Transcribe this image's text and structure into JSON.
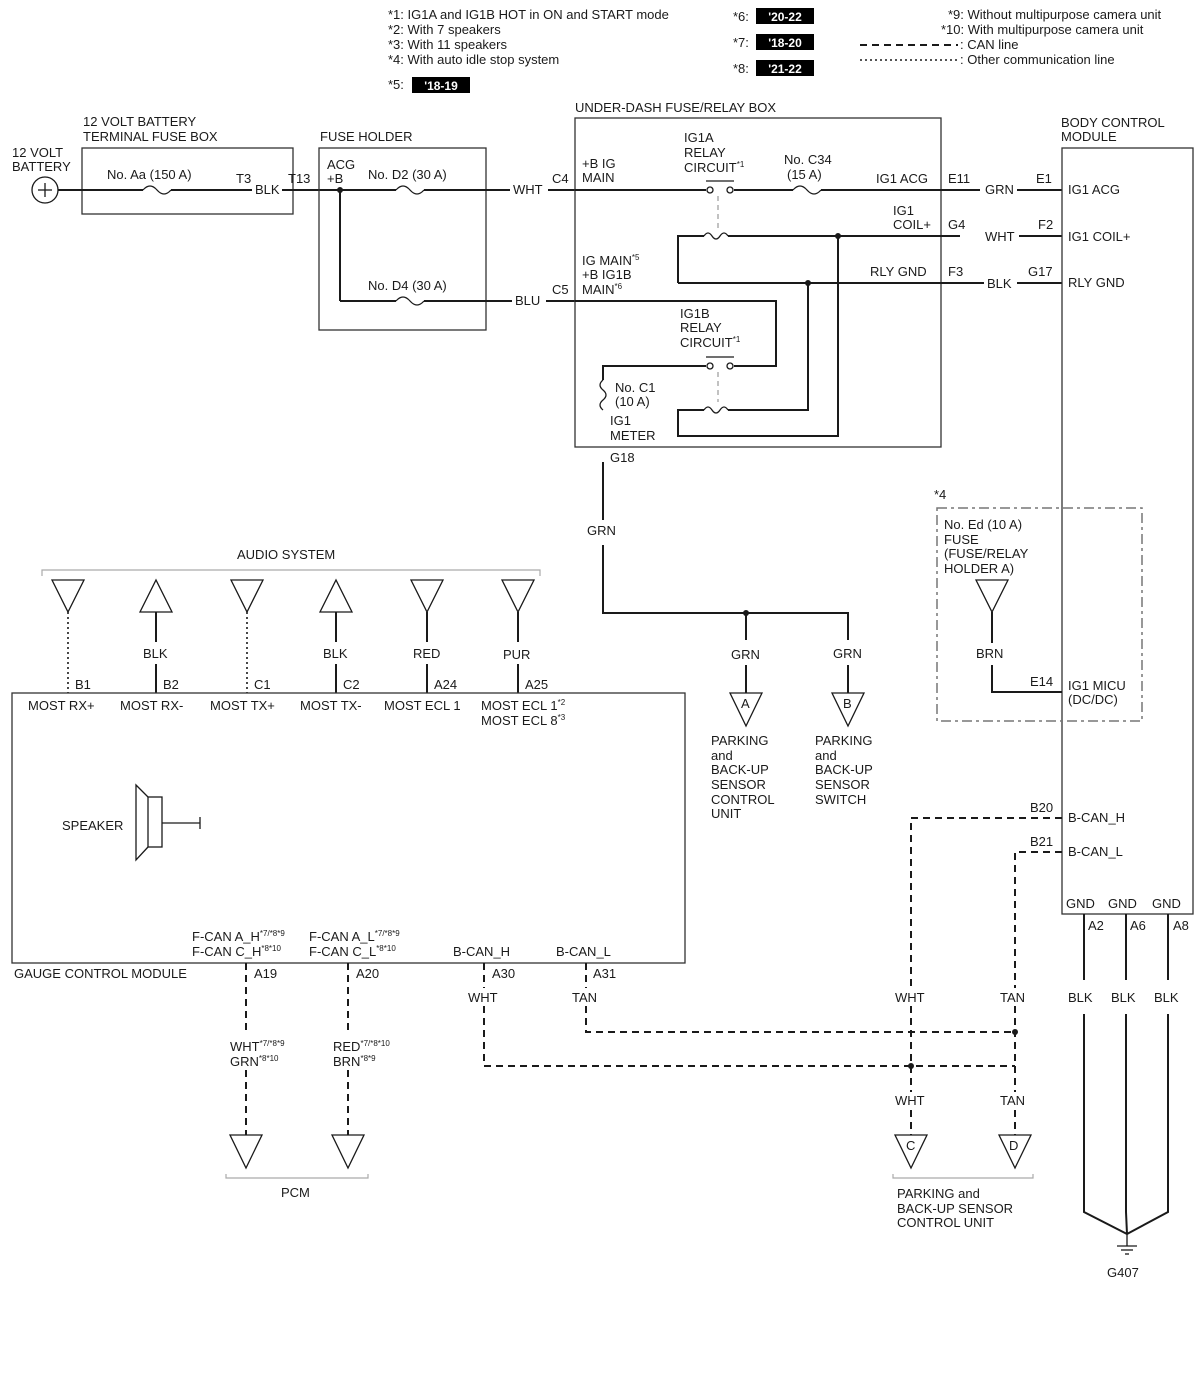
{
  "notes_left": [
    "*1: IG1A and IG1B HOT in ON and START mode",
    "*2: With 7 speakers",
    "*3: With 11 speakers",
    "*4: With auto idle stop system"
  ],
  "note5_label": "*5:",
  "note5_badge": "'18-19",
  "notes_mid": [
    {
      "label": "*6:",
      "badge": "'20-22"
    },
    {
      "label": "*7:",
      "badge": "'18-20"
    },
    {
      "label": "*8:",
      "badge": "'21-22"
    }
  ],
  "notes_right": [
    "*9: Without multipurpose camera unit",
    "*10: With multipurpose camera unit",
    ": CAN line",
    ": Other communication line"
  ],
  "battery": {
    "label1": "12 VOLT",
    "label2": "BATTERY"
  },
  "terminal_fuse_box": {
    "title1": "12 VOLT BATTERY",
    "title2": "TERMINAL FUSE BOX",
    "fuse": "No. Aa (150 A)",
    "terminal": "T3"
  },
  "fuse_holder": {
    "title": "FUSE HOLDER",
    "terminal": "T13",
    "acg": "ACG",
    "plusb": "+B",
    "fuse1": "No. D2 (30 A)",
    "fuse2": "No. D4 (30 A)"
  },
  "under_dash": {
    "title": "UNDER-DASH FUSE/RELAY BOX",
    "c4": "C4",
    "c5": "C5",
    "bigmain1": "+B IG",
    "bigmain2": "MAIN",
    "igmain": "IG MAIN",
    "igmain_sup": "*5",
    "bg1b1": "+B IG1B",
    "bg1b2": "MAIN",
    "bg1b_sup": "*6",
    "ig1a1": "IG1A",
    "ig1a2": "RELAY",
    "ig1a3": "CIRCUIT",
    "ig1a_sup": "*1",
    "c34a": "No. C34",
    "c34b": "(15 A)",
    "ig1acg": "IG1 ACG",
    "e11": "E11",
    "ig1coil1": "IG1",
    "ig1coil2": "COIL+",
    "g4": "G4",
    "rlygnd": "RLY GND",
    "f3": "F3",
    "ig1b1": "IG1B",
    "ig1b2": "RELAY",
    "ig1b3": "CIRCUIT",
    "ig1b_sup": "*1",
    "c1a": "No. C1",
    "c1b": "(10 A)",
    "meter1": "IG1",
    "meter2": "METER",
    "g18": "G18"
  },
  "bcm": {
    "title1": "BODY CONTROL",
    "title2": "MODULE",
    "e1": "E1",
    "ig1acg": "IG1 ACG",
    "f2": "F2",
    "ig1coil": "IG1 COIL+",
    "g17": "G17",
    "rlygnd": "RLY GND",
    "e14": "E14",
    "micu1": "IG1 MICU",
    "micu2": "(DC/DC)",
    "b20": "B20",
    "bcanh": "B-CAN_H",
    "b21": "B21",
    "bcanl": "B-CAN_L",
    "gnd": [
      "GND",
      "GND",
      "GND"
    ],
    "a": [
      "A2",
      "A6",
      "A8"
    ],
    "blk": [
      "BLK",
      "BLK",
      "BLK"
    ],
    "ground": "G407"
  },
  "opt4": {
    "tag": "*4",
    "l1": "No. Ed (10 A)",
    "l2": "FUSE",
    "l3": "(FUSE/RELAY",
    "l4": "HOLDER A)",
    "wire": "BRN"
  },
  "wires": {
    "blk": "BLK",
    "wht": "WHT",
    "grn1": "GRN",
    "blu": "BLU",
    "wht2": "WHT",
    "blk2": "BLK",
    "grn2": "GRN",
    "grn3": "GRN",
    "grn4": "GRN"
  },
  "parking_a": {
    "pin": "A",
    "l1": "PARKING",
    "l2": "and",
    "l3": "BACK-UP",
    "l4": "SENSOR",
    "l5": "CONTROL",
    "l6": "UNIT"
  },
  "parking_b": {
    "pin": "B",
    "l1": "PARKING",
    "l2": "and",
    "l3": "BACK-UP",
    "l4": "SENSOR",
    "l5": "SWITCH"
  },
  "audio": {
    "title": "AUDIO SYSTEM",
    "wires": [
      "",
      "BLK",
      "",
      "BLK",
      "RED",
      "PUR"
    ],
    "pins": [
      "B1",
      "B2",
      "C1",
      "C2",
      "A24",
      "A25"
    ],
    "labels": [
      "MOST RX+",
      "MOST RX-",
      "MOST TX+",
      "MOST TX-",
      "MOST ECL 1",
      "MOST ECL 1"
    ],
    "ecl1_sup": "*2",
    "ecl8": "MOST ECL 8",
    "ecl8_sup": "*3"
  },
  "gauge": {
    "title": "GAUGE CONTROL MODULE",
    "speaker": "SPEAKER",
    "fcanah": "F-CAN A_H",
    "fcanah_sup": "*7/*8*9",
    "fcanch": "F-CAN C_H",
    "fcanch_sup": "*8*10",
    "fcanal": "F-CAN A_L",
    "fcanal_sup": "*7/*8*9",
    "fcancl": "F-CAN C_L",
    "fcancl_sup": "*8*10",
    "bcanh": "B-CAN_H",
    "bcanl": "B-CAN_L",
    "a19": "A19",
    "a20": "A20",
    "a30": "A30",
    "a31": "A31",
    "wht": "WHT",
    "tan": "TAN"
  },
  "pcm": {
    "title": "PCM",
    "w1a": "WHT",
    "w1a_sup": "*7/*8*9",
    "w1b": "GRN",
    "w1b_sup": "*8*10",
    "w2a": "RED",
    "w2a_sup": "*7/*8*10",
    "w2b": "BRN",
    "w2b_sup": "*8*9"
  },
  "parking_cd": {
    "wht1": "WHT",
    "tan1": "TAN",
    "wht2": "WHT",
    "tan2": "TAN",
    "pin_c": "C",
    "pin_d": "D",
    "l1": "PARKING and",
    "l2": "BACK-UP SENSOR",
    "l3": "CONTROL UNIT"
  }
}
